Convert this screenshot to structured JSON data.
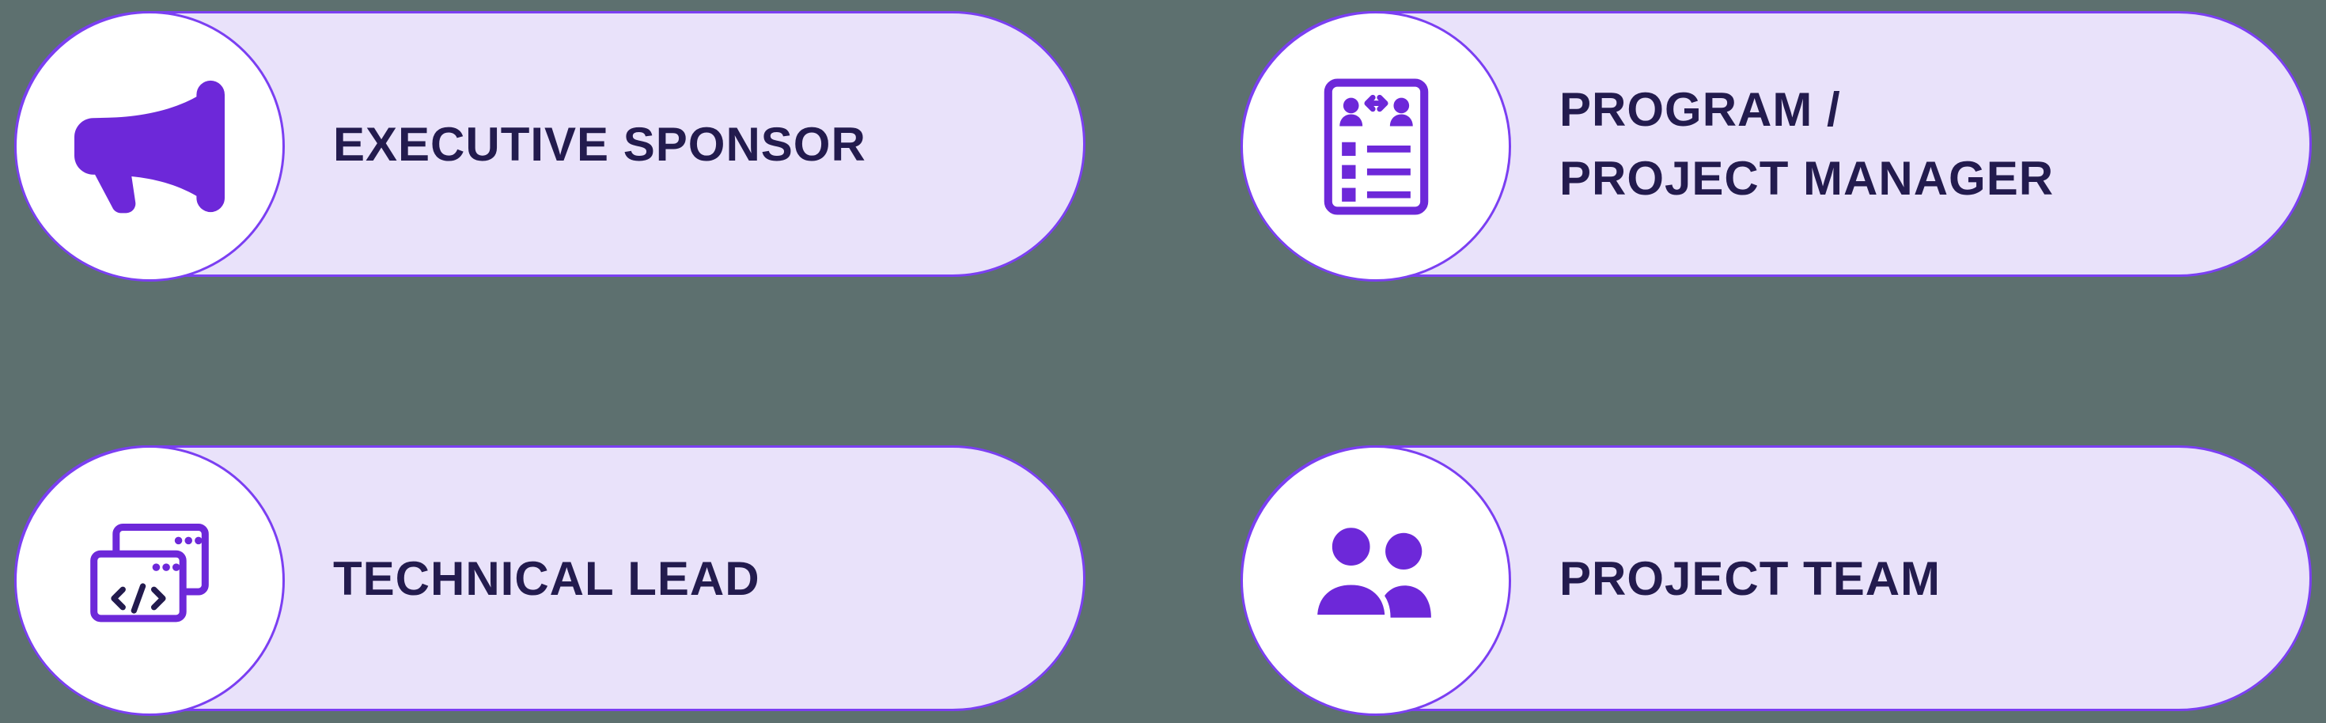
{
  "colors": {
    "page-bg": "#5d706f",
    "card-bg": "#e9e2fa",
    "card-border": "#7b3ff2",
    "icon-purple": "#6d28d9",
    "text-color": "#231b4e",
    "circle-bg": "#ffffff"
  },
  "cards": [
    {
      "label": "EXECUTIVE SPONSOR",
      "icon": "megaphone-icon"
    },
    {
      "label": "PROGRAM /\nPROJECT MANAGER",
      "icon": "stakeholder-checklist-icon"
    },
    {
      "label": "TECHNICAL LEAD",
      "icon": "code-windows-icon"
    },
    {
      "label": "PROJECT TEAM",
      "icon": "people-icon"
    }
  ]
}
